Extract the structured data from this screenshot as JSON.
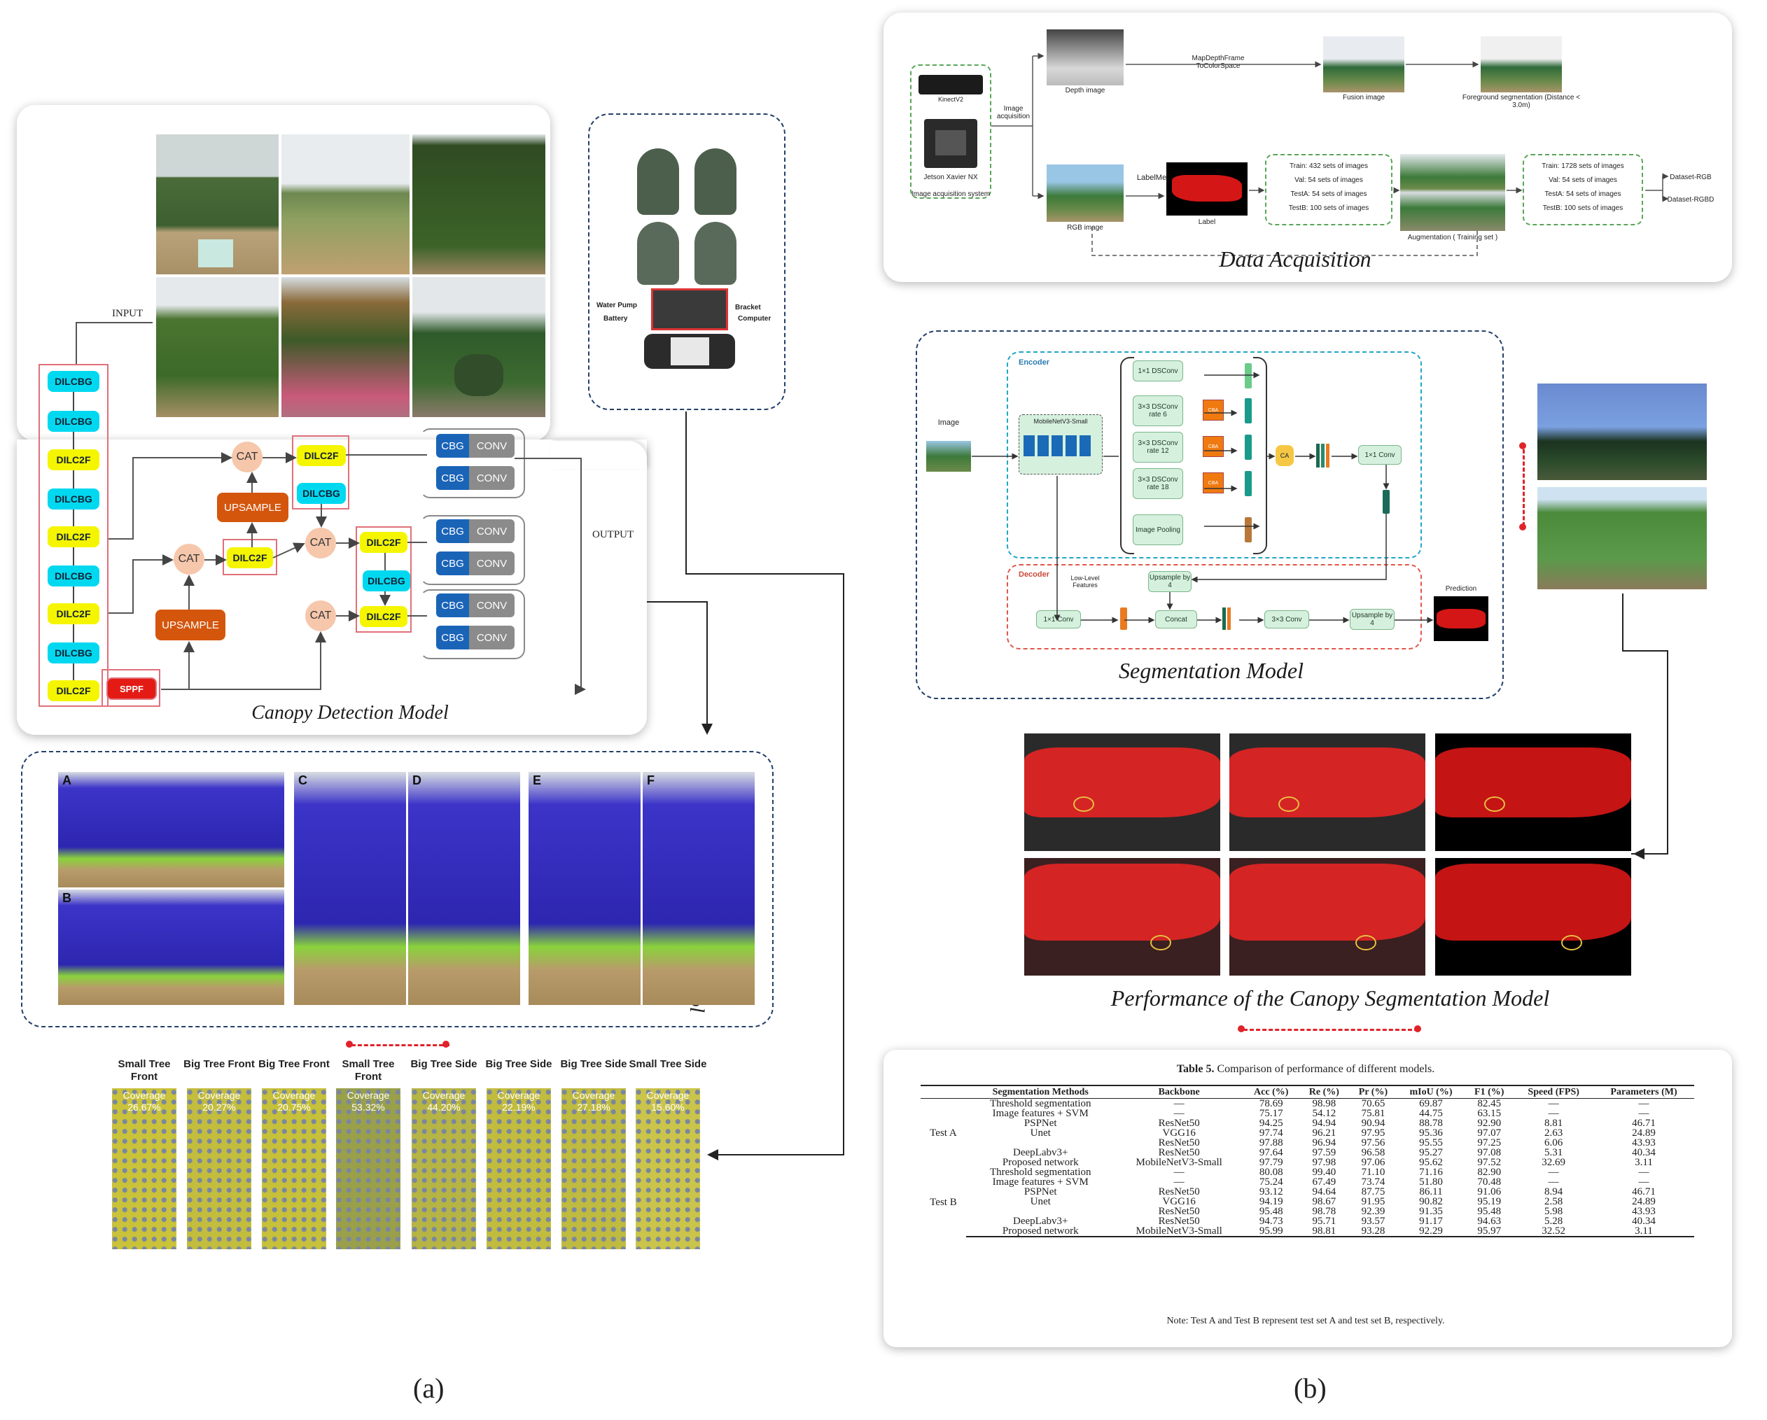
{
  "panel_a": {
    "label": "(a)",
    "detection": {
      "caption": "Canopy Detection Model",
      "input_label": "INPUT",
      "output_label": "OUTPUT",
      "backbone": [
        "DILCBG",
        "DILCBG",
        "DILC2F",
        "DILCBG",
        "DILC2F",
        "DILCBG",
        "DILC2F",
        "DILCBG",
        "DILC2F"
      ],
      "sppf": "SPPF",
      "cat": "CAT",
      "upsample": "UPSAMPLE",
      "dilc2f": "DILC2F",
      "dilcbg": "DILCBG",
      "cbg": "CBG",
      "conv": "CONV"
    },
    "robot": {
      "water_pump": "Water Pump",
      "battery": "Battery",
      "bracket": "Bracket",
      "computer": "Computer"
    },
    "spraying": {
      "title": "Targeted Spraying Control",
      "letters": [
        "A",
        "B",
        "C",
        "D",
        "E",
        "F"
      ]
    },
    "coverage": {
      "columns": [
        {
          "name": "Small Tree Front",
          "value": "26.67%"
        },
        {
          "name": "Big Tree Front",
          "value": "20.27%"
        },
        {
          "name": "Big Tree Front",
          "value": "20.75%"
        },
        {
          "name": "Small Tree Front",
          "value": "53.32%"
        },
        {
          "name": "Big Tree Side",
          "value": "44.20%"
        },
        {
          "name": "Big Tree Side",
          "value": "22.19%"
        },
        {
          "name": "Big Tree Side",
          "value": "27.18%"
        },
        {
          "name": "Small Tree Side",
          "value": "15.60%"
        }
      ],
      "word": "Coverage"
    }
  },
  "panel_b": {
    "label": "(b)",
    "acquisition": {
      "caption": "Data Acquisition",
      "kinect": "KinectV2",
      "jetson": "Jetson Xavier NX",
      "system": "Image acquisition system",
      "image_acq": "Image acquisition",
      "depth": "Depth image",
      "map": "MapDepthFrame ToColorSpace",
      "fusion": "Fusion image",
      "foreground": "Foreground segmentation (Distance < 3.0m)",
      "rgb": "RGB image",
      "labelme": "LabelMe",
      "label": "Label",
      "split1": [
        "Train: 432 sets of images",
        "Val: 54 sets of images",
        "TestA: 54 sets of images",
        "TestB: 100 sets of images"
      ],
      "augmentation": "Augmentation ( Training set )",
      "split2": [
        "Train: 1728 sets of images",
        "Val: 54 sets of images",
        "TestA: 54 sets of images",
        "TestB: 100 sets of images"
      ],
      "ds_rgb": "Dataset-RGB",
      "ds_rgbd": "Dataset-RGBD"
    },
    "segmentation": {
      "caption": "Segmentation Model",
      "image": "Image",
      "encoder": "Encoder",
      "decoder": "Decoder",
      "mobilenet": "MobileNetV3-Small",
      "dsconv": [
        "1×1 DSConv",
        "3×3 DSConv rate 6",
        "3×3 DSConv rate 12",
        "3×3 DSConv rate 18",
        "Image Pooling"
      ],
      "cba": "CBA",
      "ca": "CA",
      "conv1x1": "1×1 Conv",
      "low_level": "Low-Level Features",
      "upsample4": "Upsample by 4",
      "concat": "Concat",
      "conv3x3": "3×3 Conv",
      "prediction": "Prediction"
    },
    "performance_caption": "Performance of the Canopy Segmentation Model",
    "table": {
      "title_bold": "Table 5.",
      "title_rest": " Comparison of performance of different models.",
      "headers": [
        "Segmentation Methods",
        "Backbone",
        "Acc (%)",
        "Re (%)",
        "Pr (%)",
        "mIoU (%)",
        "F1 (%)",
        "Speed (FPS)",
        "Parameters (M)"
      ],
      "groups": [
        {
          "name": "Test A",
          "rows": [
            [
              "Threshold segmentation",
              "—",
              "78.69",
              "98.98",
              "70.65",
              "69.87",
              "82.45",
              "—",
              "—"
            ],
            [
              "Image features + SVM",
              "—",
              "75.17",
              "54.12",
              "75.81",
              "44.75",
              "63.15",
              "—",
              "—"
            ],
            [
              "PSPNet",
              "ResNet50",
              "94.25",
              "94.94",
              "90.94",
              "88.78",
              "92.90",
              "8.81",
              "46.71"
            ],
            [
              "Unet",
              "VGG16",
              "97.74",
              "96.21",
              "97.95",
              "95.36",
              "97.07",
              "2.63",
              "24.89"
            ],
            [
              "",
              "ResNet50",
              "97.88",
              "96.94",
              "97.56",
              "95.55",
              "97.25",
              "6.06",
              "43.93"
            ],
            [
              "DeepLabv3+",
              "ResNet50",
              "97.64",
              "97.59",
              "96.58",
              "95.27",
              "97.08",
              "5.31",
              "40.34"
            ],
            [
              "Proposed network",
              "MobileNetV3-Small",
              "97.79",
              "97.98",
              "97.06",
              "95.62",
              "97.52",
              "32.69",
              "3.11"
            ]
          ]
        },
        {
          "name": "Test B",
          "rows": [
            [
              "Threshold segmentation",
              "—",
              "80.08",
              "99.40",
              "71.10",
              "71.16",
              "82.90",
              "—",
              "—"
            ],
            [
              "Image features + SVM",
              "—",
              "75.24",
              "67.49",
              "73.74",
              "51.80",
              "70.48",
              "—",
              "—"
            ],
            [
              "PSPNet",
              "ResNet50",
              "93.12",
              "94.64",
              "87.75",
              "86.11",
              "91.06",
              "8.94",
              "46.71"
            ],
            [
              "Unet",
              "VGG16",
              "94.19",
              "98.67",
              "91.95",
              "90.82",
              "95.19",
              "2.58",
              "24.89"
            ],
            [
              "",
              "ResNet50",
              "95.48",
              "98.78",
              "92.39",
              "91.35",
              "95.48",
              "5.98",
              "43.93"
            ],
            [
              "DeepLabv3+",
              "ResNet50",
              "94.73",
              "95.71",
              "93.57",
              "91.17",
              "94.63",
              "5.28",
              "40.34"
            ],
            [
              "Proposed network",
              "MobileNetV3-Small",
              "95.99",
              "98.81",
              "93.28",
              "92.29",
              "95.97",
              "32.52",
              "3.11"
            ]
          ]
        }
      ],
      "note": "Note: Test A and Test B represent test set A and test set B, respectively."
    }
  },
  "colors": {
    "accent_red": "#e0232a",
    "dashed_blue": "#24406a",
    "canopy_blue": "#3c34c8",
    "canopy_red": "#d81e1e"
  }
}
